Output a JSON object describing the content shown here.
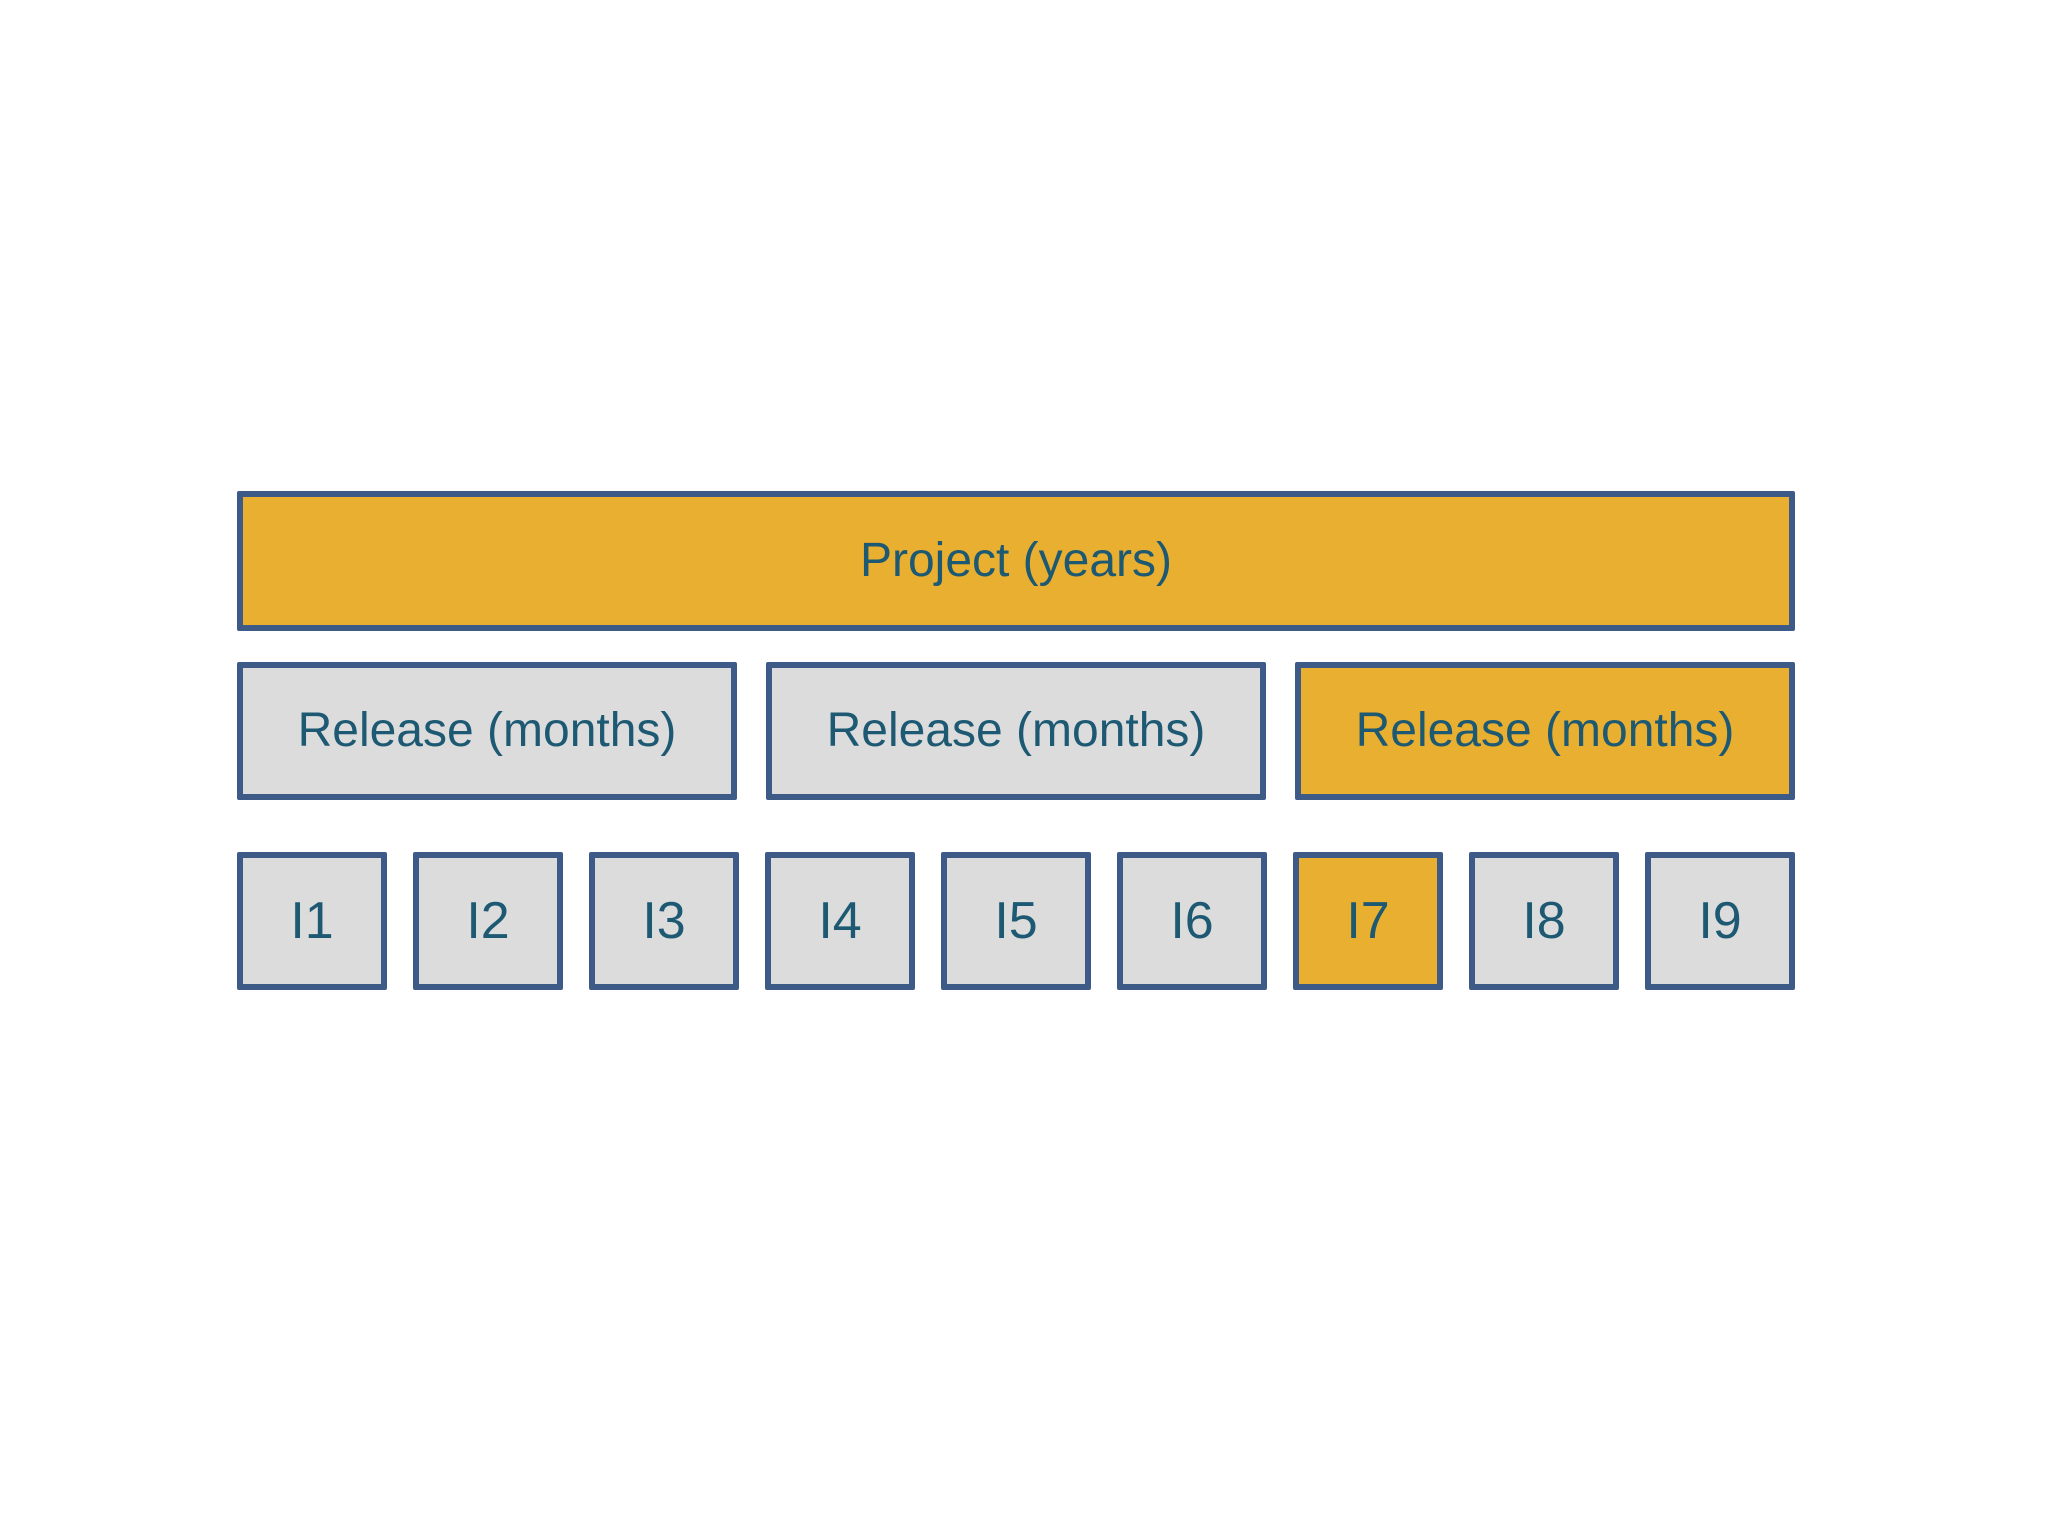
{
  "colors": {
    "accent_orange": "#E9AF30",
    "neutral_gray": "#DCDCDC",
    "border_blue": "#3D5B86",
    "text_teal": "#1D5972",
    "background": "#FFFFFF"
  },
  "diagram": {
    "project": {
      "label": "Project (years)",
      "variant": "orange"
    },
    "releases": [
      {
        "label": "Release (months)",
        "variant": "gray"
      },
      {
        "label": "Release (months)",
        "variant": "gray"
      },
      {
        "label": "Release (months)",
        "variant": "orange"
      }
    ],
    "iterations": [
      {
        "label": "I1",
        "variant": "gray"
      },
      {
        "label": "I2",
        "variant": "gray"
      },
      {
        "label": "I3",
        "variant": "gray"
      },
      {
        "label": "I4",
        "variant": "gray"
      },
      {
        "label": "I5",
        "variant": "gray"
      },
      {
        "label": "I6",
        "variant": "gray"
      },
      {
        "label": "I7",
        "variant": "orange"
      },
      {
        "label": "I8",
        "variant": "gray"
      },
      {
        "label": "I9",
        "variant": "gray"
      }
    ]
  }
}
